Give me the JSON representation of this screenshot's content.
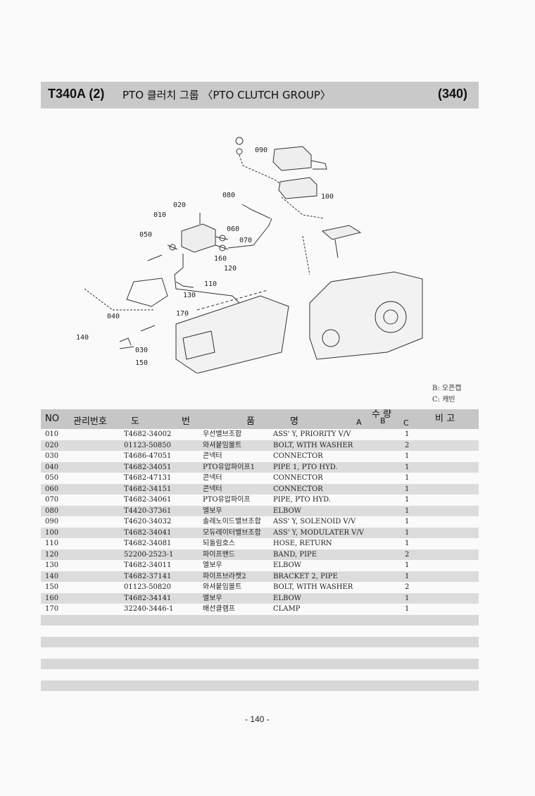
{
  "header": {
    "model": "T340A (2)",
    "title": "PTO 클러치 그룹 〈PTO CLUTCH GROUP〉",
    "page_code": "(340)"
  },
  "diagram": {
    "callouts": [
      "090",
      "100",
      "080",
      "020",
      "010",
      "060",
      "050",
      "070",
      "160",
      "120",
      "110",
      "130",
      "170",
      "040",
      "140",
      "030",
      "150"
    ]
  },
  "legend": {
    "b": "B: 오픈캡",
    "c": "C: 캐빈"
  },
  "table": {
    "headers": {
      "no": "NO",
      "mgmt": "관리번호",
      "drawing_do": "도",
      "drawing_beon": "번",
      "name_pum": "품",
      "name_myeong": "명",
      "qty": "수 량",
      "qty_a": "A",
      "qty_b": "B",
      "qty_c": "C",
      "remark": "비 고"
    },
    "rows": [
      {
        "no": "010",
        "part": "T4682-34002",
        "kor": "우선밸브조합",
        "eng": "ASS' Y, PRIORITY V/V",
        "qty": "1"
      },
      {
        "no": "020",
        "part": "01123-50850",
        "kor": "와셔붙임볼트",
        "eng": "BOLT, WITH WASHER",
        "qty": "2"
      },
      {
        "no": "030",
        "part": "T4686-47051",
        "kor": "콘넥터",
        "eng": "CONNECTOR",
        "qty": "1"
      },
      {
        "no": "040",
        "part": "T4682-34051",
        "kor": "PTO유압파이프1",
        "eng": "PIPE 1, PTO HYD.",
        "qty": "1"
      },
      {
        "no": "050",
        "part": "T4682-47131",
        "kor": "콘넥터",
        "eng": "CONNECTOR",
        "qty": "1"
      },
      {
        "no": "060",
        "part": "T4682-34151",
        "kor": "콘넥터",
        "eng": "CONNECTOR",
        "qty": "1"
      },
      {
        "no": "070",
        "part": "T4682-34061",
        "kor": "PTO유압파이프",
        "eng": "PIPE, PTO HYD.",
        "qty": "1"
      },
      {
        "no": "080",
        "part": "T4420-37361",
        "kor": "엘보우",
        "eng": "ELBOW",
        "qty": "1"
      },
      {
        "no": "090",
        "part": "T4620-34032",
        "kor": "솔레노이드밸브조합",
        "eng": "ASS' Y, SOLENOID V/V",
        "qty": "1"
      },
      {
        "no": "100",
        "part": "T4682-34041",
        "kor": "모듀레이터밸브조합",
        "eng": "ASS' Y, MODULATER V/V",
        "qty": "1"
      },
      {
        "no": "110",
        "part": "T4682-34081",
        "kor": "되돌림호스",
        "eng": "HOSE, RETURN",
        "qty": "1"
      },
      {
        "no": "120",
        "part": "52200-2523-1",
        "kor": "파이프밴드",
        "eng": "BAND, PIPE",
        "qty": "2"
      },
      {
        "no": "130",
        "part": "T4682-34011",
        "kor": "엘보우",
        "eng": "ELBOW",
        "qty": "1"
      },
      {
        "no": "140",
        "part": "T4682-37141",
        "kor": "파이프브라켓2",
        "eng": "BRACKET 2, PIPE",
        "qty": "1"
      },
      {
        "no": "150",
        "part": "01123-50820",
        "kor": "와셔붙임볼트",
        "eng": "BOLT, WITH WASHER",
        "qty": "2"
      },
      {
        "no": "160",
        "part": "T4682-34141",
        "kor": "엘보우",
        "eng": "ELBOW",
        "qty": "1"
      },
      {
        "no": "170",
        "part": "32240-3446-1",
        "kor": "배선클램프",
        "eng": "CLAMP",
        "qty": "1"
      }
    ]
  },
  "footer": {
    "page_number": "- 140 -"
  }
}
